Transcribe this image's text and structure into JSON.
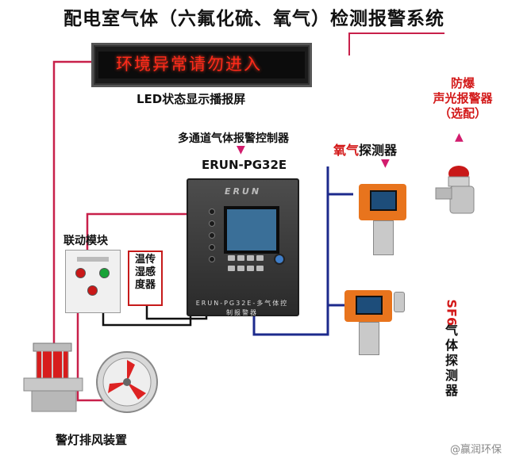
{
  "title": "配电室气体（六氟化硫、氧气）检测报警系统",
  "led_screen": {
    "text": "环境异常请勿进入",
    "label": "LED状态显示播报屏"
  },
  "controller": {
    "caption": "多通道气体报警控制器",
    "arrow": "▼",
    "model": "ERUN-PG32E",
    "logo": "ERUN",
    "plate_text": "ERUN-PG32E-多气体控制报警器"
  },
  "linkage_module": {
    "label": "联动模块"
  },
  "temp_humidity": {
    "label_lines": [
      "温传",
      "湿感",
      "度器"
    ]
  },
  "alarm_device": {
    "label_lines": [
      "防爆",
      "声光报警器",
      "（选配）"
    ],
    "arrow": "▲"
  },
  "oxygen_detector": {
    "label_red": "氧气",
    "label_black": "探测器",
    "arrow": "▼"
  },
  "sf6_detector": {
    "label_red": "SF6",
    "label_black_lines": [
      "气",
      "体",
      "探",
      "测",
      "器"
    ]
  },
  "warning_fan": {
    "label": "警灯排风装置"
  },
  "watermark": "@赢润环保",
  "colors": {
    "wire_red": "#c8204a",
    "wire_blue": "#1c2a8c",
    "wire_black": "#111111",
    "detector_orange": "#e8741d",
    "label_red": "#d31919"
  }
}
